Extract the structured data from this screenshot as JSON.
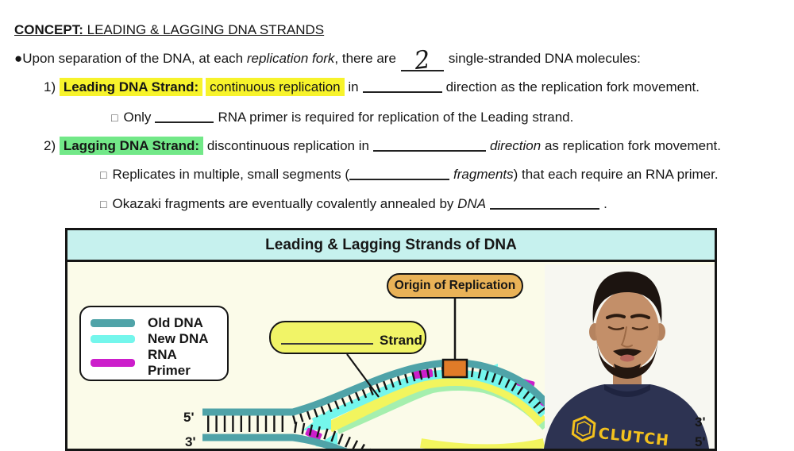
{
  "header": {
    "label": "CONCEPT:",
    "title": " LEADING & LAGGING DNA STRANDS"
  },
  "lines": {
    "intro": {
      "bullet": "●",
      "pre": "Upon separation of the DNA, at each ",
      "em": "replication fork",
      "mid": ", there are",
      "answer": "2",
      "post": "single-stranded DNA molecules:"
    },
    "leading": {
      "num": "1) ",
      "term": "Leading DNA Strand:",
      "hl": "continuous replication",
      "mid": " in",
      "post": "direction as the replication fork movement."
    },
    "leading_sub": {
      "bullet": "□",
      "pre": "Only",
      "post": "RNA primer is required for replication of the Leading strand."
    },
    "lagging": {
      "num": "2) ",
      "term": "Lagging DNA Strand:",
      "mid": " discontinuous replication in",
      "em": "direction",
      "post": " as replication fork movement."
    },
    "lagging_sub1": {
      "bullet": "□",
      "pre": "Replicates in multiple, small segments (",
      "em": "fragments",
      "post": ") that each require an RNA primer."
    },
    "lagging_sub2": {
      "bullet": "□",
      "pre": "Okazaki fragments are eventually covalently annealed by ",
      "em": "DNA",
      "post": "."
    }
  },
  "diagram": {
    "title": "Leading & Lagging Strands of DNA",
    "legend": {
      "items": [
        {
          "label": "Old DNA",
          "color": "#4fa3a8"
        },
        {
          "label": "New DNA",
          "color": "#74f6ec"
        },
        {
          "label": "RNA Primer",
          "color": "#cc1ecb"
        }
      ]
    },
    "origin_label": "Origin of Replication",
    "strand_label": "Strand",
    "ends": {
      "left_top": "5'",
      "left_bottom": "3'",
      "right_top": "3'",
      "right_bottom": "5'"
    },
    "shirt_logo": "CLUTCH",
    "colors": {
      "old_dna": "#4fa3a8",
      "new_dna": "#74f6ec",
      "rna_primer": "#cc1ecb",
      "leading_band": "#f2f55e",
      "lower_band": "#a5efae",
      "origin_box": "#e07b28",
      "origin_pill": "#e9b257",
      "strand_pill": "#f1f467",
      "title_bg": "#c6f1ee",
      "panel_bg": "#fbfbe9",
      "highlight_yellow": "#f7f32b",
      "highlight_green": "#72e888",
      "shirt": "#2d3352",
      "logo_yellow": "#f3c11d"
    }
  }
}
